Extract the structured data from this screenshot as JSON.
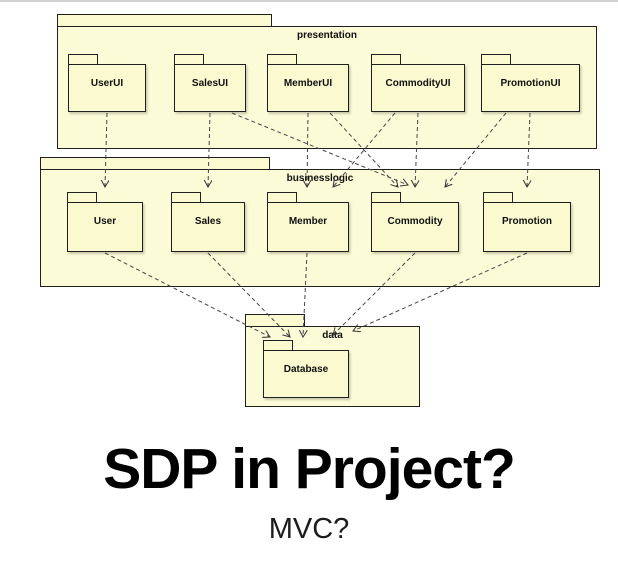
{
  "diagram": {
    "presentation": {
      "label": "presentation",
      "items": [
        "UserUI",
        "SalesUI",
        "MemberUI",
        "CommodityUI",
        "PromotionUI"
      ]
    },
    "businesslogic": {
      "label": "businesslogic",
      "items": [
        "User",
        "Sales",
        "Member",
        "Commodity",
        "Promotion"
      ]
    },
    "data": {
      "label": "data",
      "items": [
        "Database"
      ]
    }
  },
  "colors": {
    "package_fill": "#fbf9d0",
    "package_border": "#1f1f1f",
    "arrow": "#333333"
  },
  "caption": {
    "title": "SDP in Project?",
    "subtitle": "MVC?"
  }
}
